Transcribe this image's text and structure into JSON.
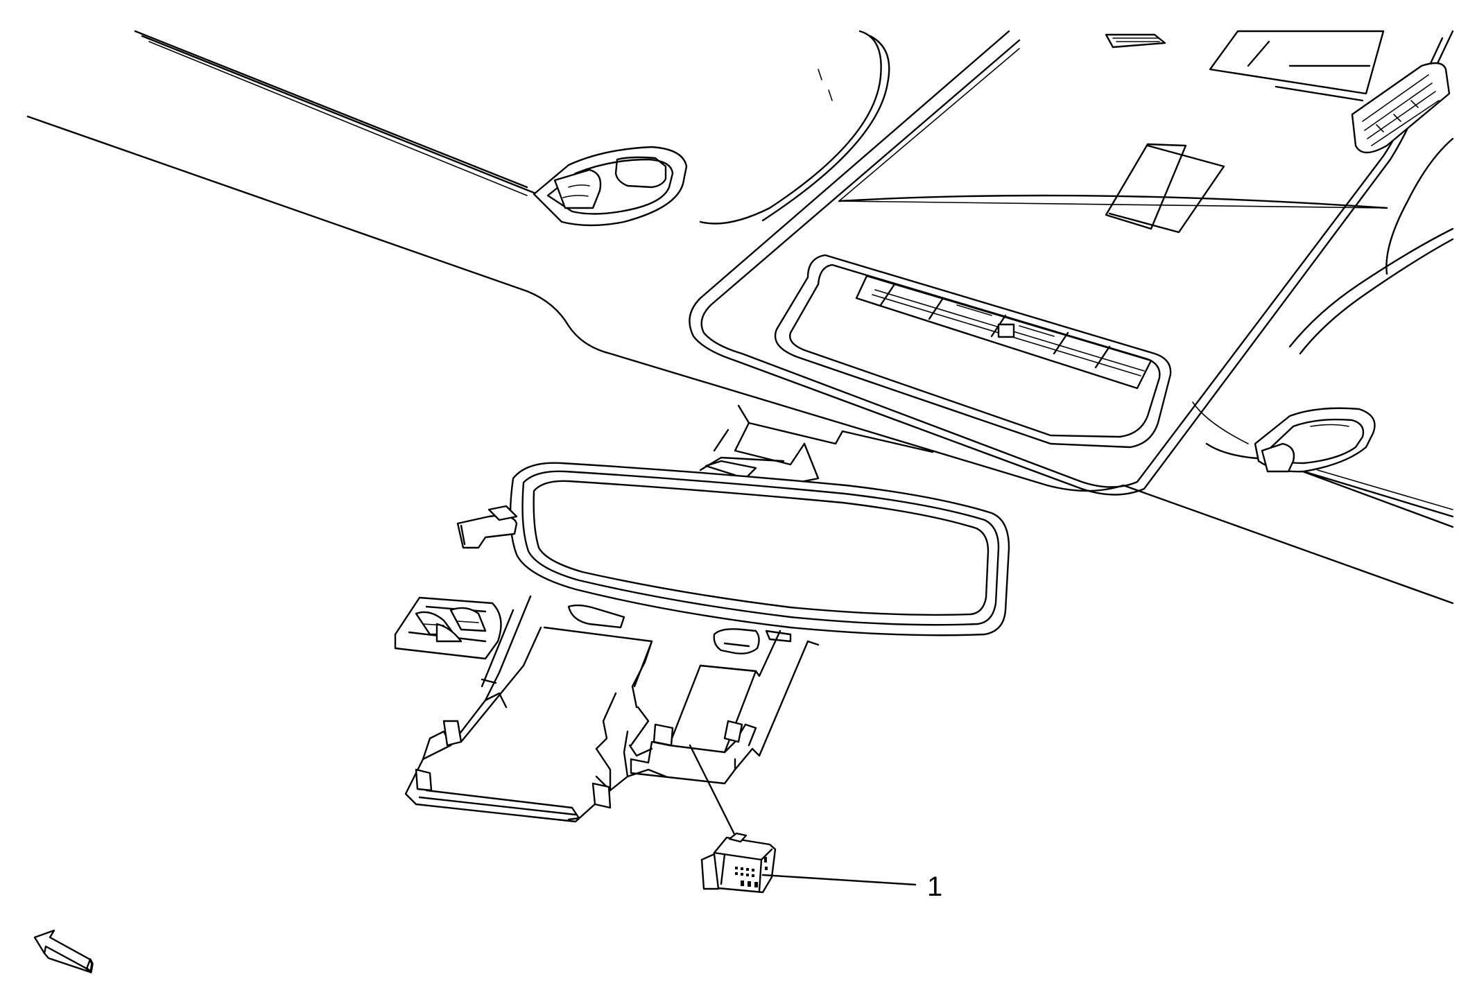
{
  "diagram": {
    "callouts": [
      {
        "id": "callout-1",
        "label": "1",
        "part": "connector"
      }
    ],
    "icons": {
      "view_arrow": "view-direction-arrow-icon"
    }
  }
}
